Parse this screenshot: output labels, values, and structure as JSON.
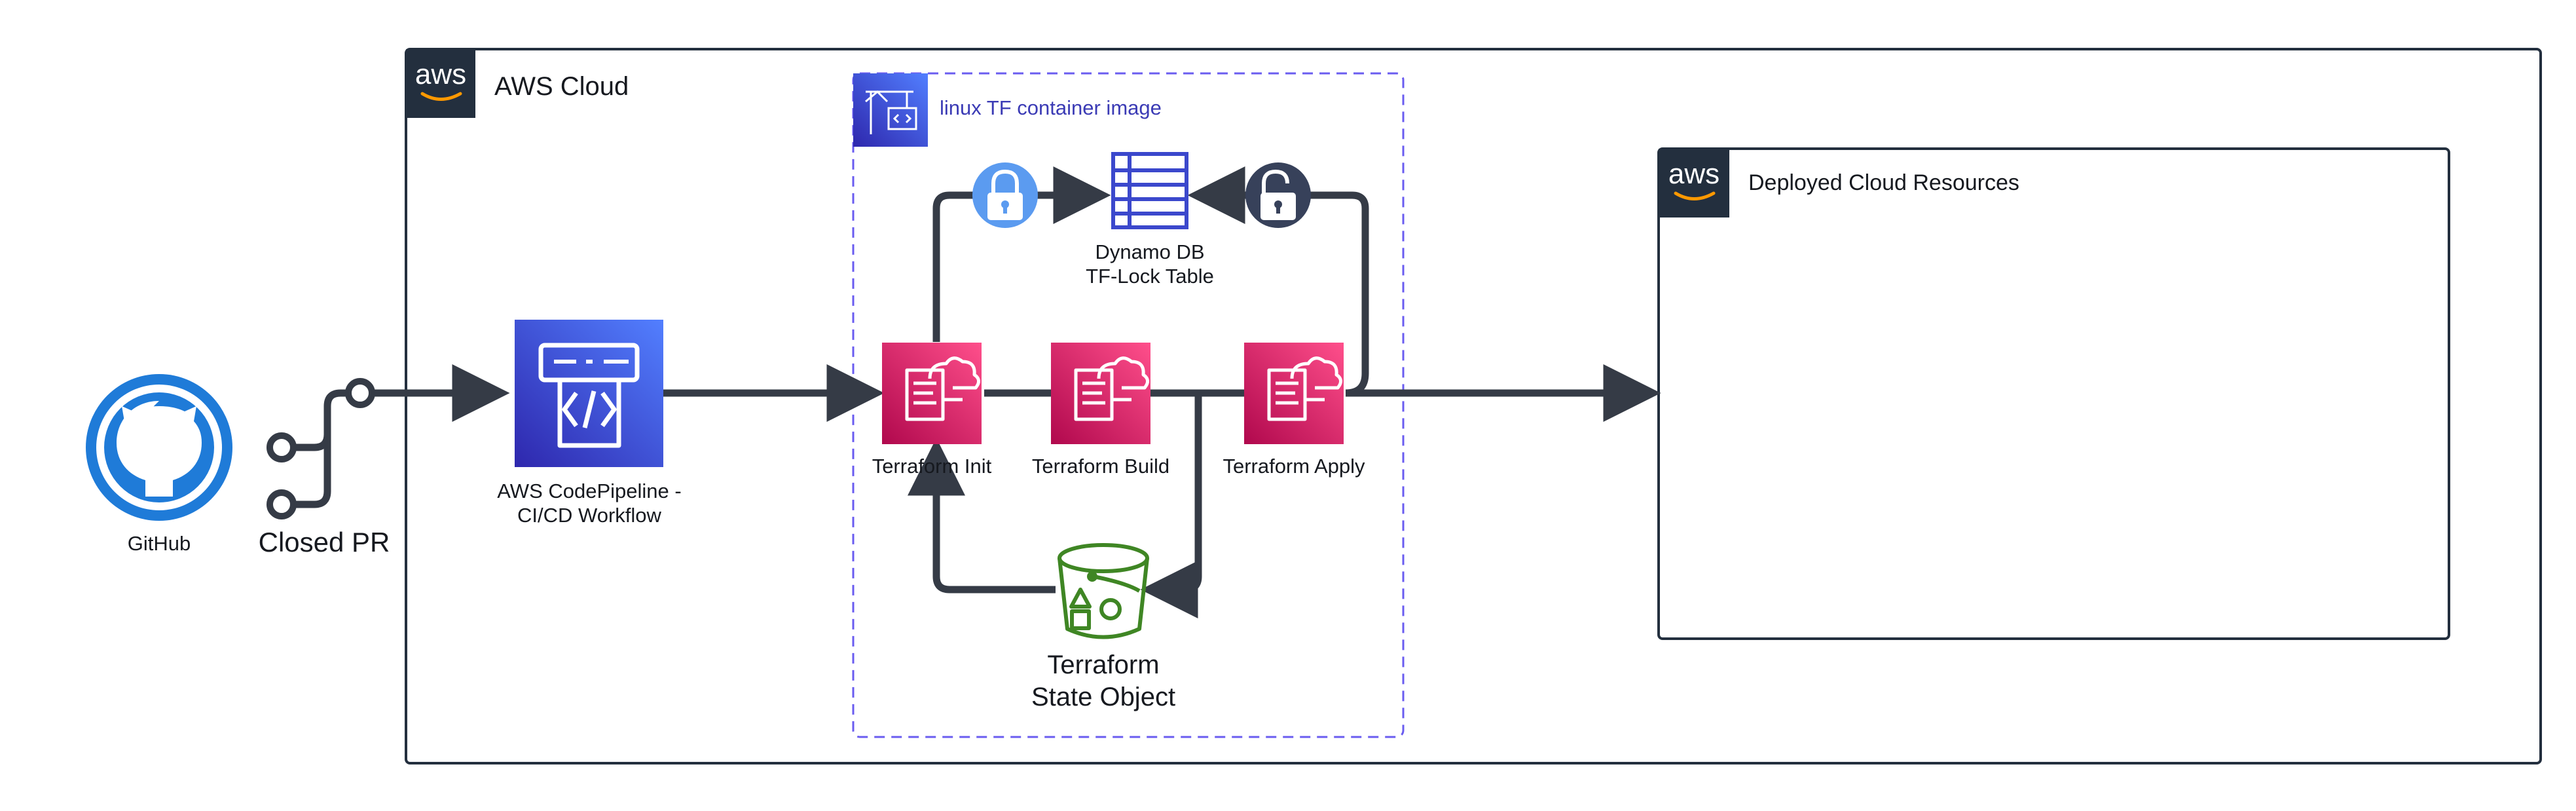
{
  "labels": {
    "github": "GitHub",
    "closed_pr": "Closed PR",
    "aws_cloud": "AWS Cloud",
    "container": "linux TF container image",
    "codepipeline_line1": "AWS CodePipeline -",
    "codepipeline_line2": "CI/CD Workflow",
    "dynamo_line1": "Dynamo DB",
    "dynamo_line2": "TF-Lock Table",
    "tf_init": "Terraform Init",
    "tf_build": "Terraform Build",
    "tf_apply": "Terraform Apply",
    "state_line1": "Terraform",
    "state_line2": "State Object",
    "deployed": "Deployed Cloud Resources",
    "aws_logo": "aws"
  },
  "colors": {
    "connector": "#353b46",
    "github_blue": "#1f7bd8",
    "aws_dark": "#232f3e",
    "codepipeline_blue": "#3b48cc",
    "terraform_pink": "#d6246b",
    "dynamo_blue": "#3b48cc",
    "s3_green": "#3f8624",
    "lock_blue": "#5b9bf0",
    "container_border": "#6a5cf0",
    "container_text": "#3b3bb5"
  },
  "icons": [
    "github-icon",
    "aws-logo-icon",
    "container-image-icon",
    "codepipeline-icon",
    "dynamodb-table-icon",
    "lock-closed-icon",
    "lock-open-icon",
    "terraform-init-icon",
    "terraform-build-icon",
    "terraform-apply-icon",
    "s3-bucket-icon"
  ]
}
